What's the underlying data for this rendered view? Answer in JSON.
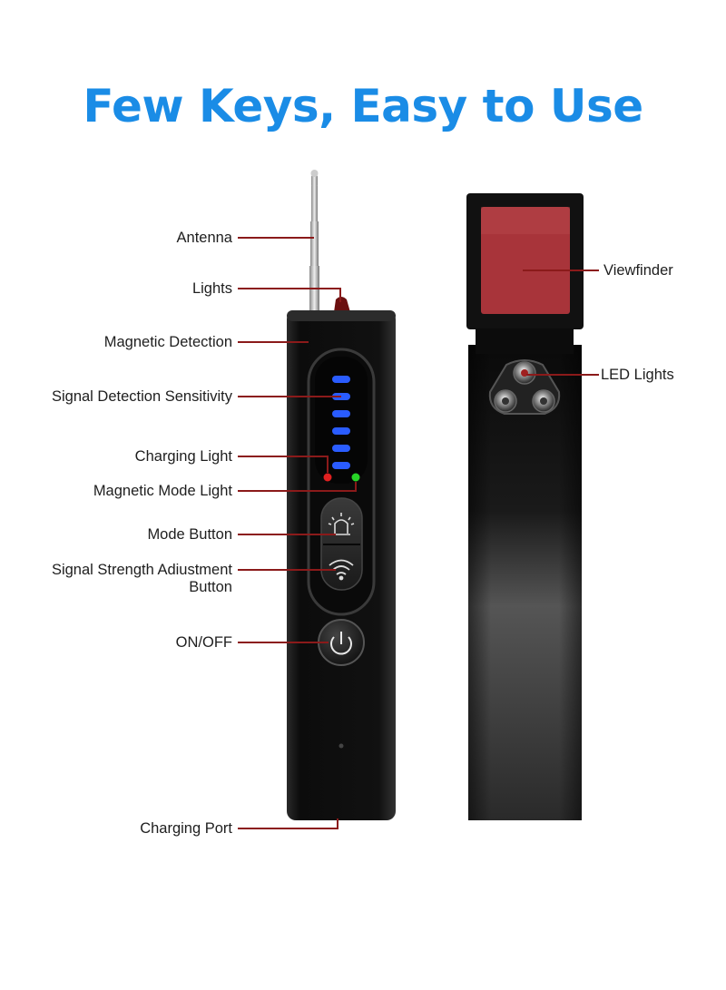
{
  "headline": "Few Keys, Easy to Use",
  "colors": {
    "headline": "#1a8ce6",
    "leader_line": "#8b1a1a",
    "device_body": "#121212",
    "viewfinder": "#a8343a",
    "sensitivity_led": "#2a5cff",
    "charging_led": "#e02020",
    "magnetic_led": "#27d427"
  },
  "left_device_labels": {
    "antenna": "Antenna",
    "lights": "Lights",
    "magnetic_detection": "Magnetic Detection",
    "signal_detection_sensitivity": "Signal Detection Sensitivity",
    "charging_light": "Charging Light",
    "magnetic_mode_light": "Magnetic Mode Light",
    "mode_button": "Mode Button",
    "signal_strength_adjustment_line1": "Signal Strength Adiustment",
    "signal_strength_adjustment_line2": "Button",
    "on_off": "ON/OFF",
    "charging_port": "Charging Port"
  },
  "right_device_labels": {
    "viewfinder": "Viewfinder",
    "led_lights": "LED Lights"
  },
  "icons": {
    "mode_button": "alarm-light-icon",
    "signal_button": "wifi-signal-icon",
    "power_button": "power-icon"
  }
}
